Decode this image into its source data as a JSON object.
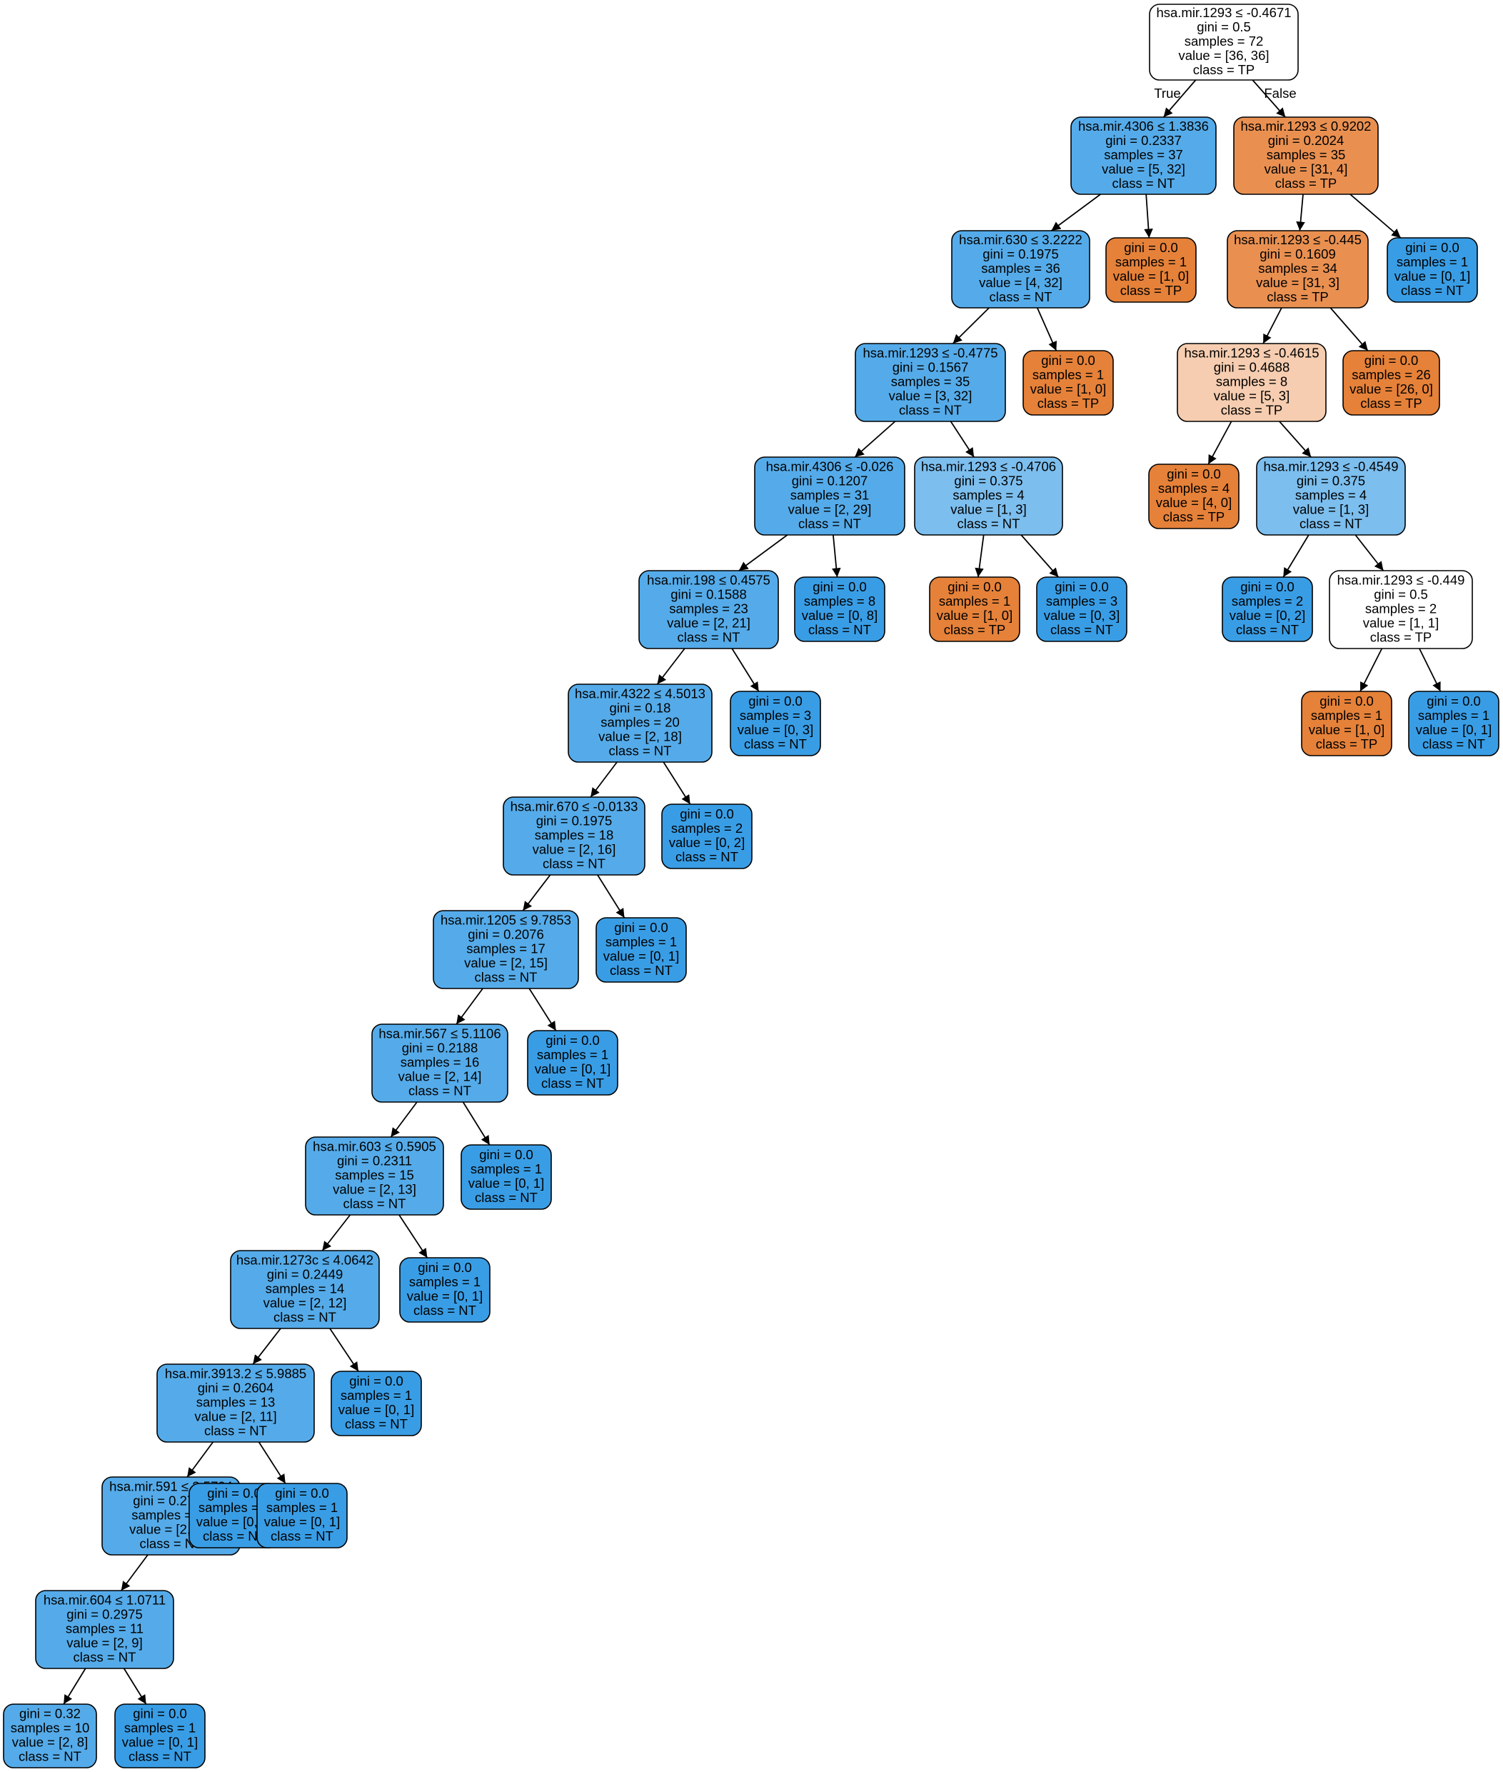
{
  "colors": {
    "white": "#ffffff",
    "orange": "#e58139",
    "orange_mid": "#e99051",
    "orange_light": "#f6cdb0",
    "blue": "#399de5",
    "blue_mid": "#55abe9",
    "blue_light": "#7cbeee"
  },
  "edge_labels": {
    "true": "True",
    "false": "False"
  },
  "nodes": [
    {
      "id": "n0",
      "lines": [
        "hsa.mir.1293 ≤ -0.4671",
        "gini = 0.5",
        "samples = 72",
        "value = [36, 36]",
        "class = TP"
      ],
      "color": "white"
    },
    {
      "id": "n1",
      "lines": [
        "hsa.mir.4306 ≤ 1.3836",
        "gini = 0.2337",
        "samples = 37",
        "value = [5, 32]",
        "class = NT"
      ],
      "color": "blue_mid"
    },
    {
      "id": "n2",
      "lines": [
        "hsa.mir.630 ≤ 3.2222",
        "gini = 0.1975",
        "samples = 36",
        "value = [4, 32]",
        "class = NT"
      ],
      "color": "blue_mid"
    },
    {
      "id": "n3",
      "lines": [
        "hsa.mir.1293 ≤ -0.4775",
        "gini = 0.1567",
        "samples = 35",
        "value = [3, 32]",
        "class = NT"
      ],
      "color": "blue_mid"
    },
    {
      "id": "n4",
      "lines": [
        "hsa.mir.4306 ≤ -0.026",
        "gini = 0.1207",
        "samples = 31",
        "value = [2, 29]",
        "class = NT"
      ],
      "color": "blue_mid"
    },
    {
      "id": "n5",
      "lines": [
        "hsa.mir.198 ≤ 0.4575",
        "gini = 0.1588",
        "samples = 23",
        "value = [2, 21]",
        "class = NT"
      ],
      "color": "blue_mid"
    },
    {
      "id": "n6",
      "lines": [
        "hsa.mir.4322 ≤ 4.5013",
        "gini = 0.18",
        "samples = 20",
        "value = [2, 18]",
        "class = NT"
      ],
      "color": "blue_mid"
    },
    {
      "id": "n7",
      "lines": [
        "hsa.mir.670 ≤ -0.0133",
        "gini = 0.1975",
        "samples = 18",
        "value = [2, 16]",
        "class = NT"
      ],
      "color": "blue_mid"
    },
    {
      "id": "n8",
      "lines": [
        "hsa.mir.1205 ≤ 9.7853",
        "gini = 0.2076",
        "samples = 17",
        "value = [2, 15]",
        "class = NT"
      ],
      "color": "blue_mid"
    },
    {
      "id": "n9",
      "lines": [
        "hsa.mir.567 ≤ 5.1106",
        "gini = 0.2188",
        "samples = 16",
        "value = [2, 14]",
        "class = NT"
      ],
      "color": "blue_mid"
    },
    {
      "id": "n10",
      "lines": [
        "hsa.mir.603 ≤ 0.5905",
        "gini = 0.2311",
        "samples = 15",
        "value = [2, 13]",
        "class = NT"
      ],
      "color": "blue_mid"
    },
    {
      "id": "n11",
      "lines": [
        "hsa.mir.1273c ≤ 4.0642",
        "gini = 0.2449",
        "samples = 14",
        "value = [2, 12]",
        "class = NT"
      ],
      "color": "blue_mid"
    },
    {
      "id": "n12",
      "lines": [
        "hsa.mir.3913.2 ≤ 5.9885",
        "gini = 0.2604",
        "samples = 13",
        "value = [2, 11]",
        "class = NT"
      ],
      "color": "blue_mid"
    },
    {
      "id": "n13",
      "lines": [
        "hsa.mir.591 ≤ 2.5704",
        "gini = 0.2778",
        "samples = 12",
        "value = [2, 10]",
        "class = NT"
      ],
      "color": "blue_mid"
    },
    {
      "id": "n14",
      "lines": [
        "hsa.mir.604 ≤ 1.0711",
        "gini = 0.2975",
        "samples = 11",
        "value = [2, 9]",
        "class = NT"
      ],
      "color": "blue_mid"
    },
    {
      "id": "n15",
      "lines": [
        "gini = 0.32",
        "samples = 10",
        "value = [2, 8]",
        "class = NT"
      ],
      "color": "blue_mid"
    },
    {
      "id": "n16",
      "lines": [
        "gini = 0.0",
        "samples = 1",
        "value = [0, 1]",
        "class = NT"
      ],
      "color": "blue"
    },
    {
      "id": "n17",
      "lines": [
        "gini = 0.0",
        "samples = 1",
        "value = [0, 1]",
        "class = NT"
      ],
      "color": "blue"
    },
    {
      "id": "n18",
      "lines": [
        "gini = 0.0",
        "samples = 1",
        "value = [0, 1]",
        "class = NT"
      ],
      "color": "blue"
    },
    {
      "id": "n19",
      "lines": [
        "gini = 0.0",
        "samples = 1",
        "value = [0, 1]",
        "class = NT"
      ],
      "color": "blue"
    },
    {
      "id": "n20",
      "lines": [
        "gini = 0.0",
        "samples = 1",
        "value = [0, 1]",
        "class = NT"
      ],
      "color": "blue"
    },
    {
      "id": "n21",
      "lines": [
        "gini = 0.0",
        "samples = 1",
        "value = [0, 1]",
        "class = NT"
      ],
      "color": "blue"
    },
    {
      "id": "n22",
      "lines": [
        "gini = 0.0",
        "samples = 1",
        "value = [0, 1]",
        "class = NT"
      ],
      "color": "blue"
    },
    {
      "id": "n23",
      "lines": [
        "gini = 0.0",
        "samples = 2",
        "value = [0, 2]",
        "class = NT"
      ],
      "color": "blue"
    },
    {
      "id": "n24",
      "lines": [
        "gini = 0.0",
        "samples = 3",
        "value = [0, 3]",
        "class = NT"
      ],
      "color": "blue"
    },
    {
      "id": "n25",
      "lines": [
        "gini = 0.0",
        "samples = 8",
        "value = [0, 8]",
        "class = NT"
      ],
      "color": "blue"
    },
    {
      "id": "n26",
      "lines": [
        "hsa.mir.1293 ≤ -0.4706",
        "gini = 0.375",
        "samples = 4",
        "value = [1, 3]",
        "class = NT"
      ],
      "color": "blue_light"
    },
    {
      "id": "n27",
      "lines": [
        "gini = 0.0",
        "samples = 1",
        "value = [1, 0]",
        "class = TP"
      ],
      "color": "orange"
    },
    {
      "id": "n28",
      "lines": [
        "gini = 0.0",
        "samples = 3",
        "value = [0, 3]",
        "class = NT"
      ],
      "color": "blue"
    },
    {
      "id": "n29",
      "lines": [
        "gini = 0.0",
        "samples = 1",
        "value = [1, 0]",
        "class = TP"
      ],
      "color": "orange"
    },
    {
      "id": "n30",
      "lines": [
        "gini = 0.0",
        "samples = 1",
        "value = [1, 0]",
        "class = TP"
      ],
      "color": "orange"
    },
    {
      "id": "n31",
      "lines": [
        "hsa.mir.1293 ≤ 0.9202",
        "gini = 0.2024",
        "samples = 35",
        "value = [31, 4]",
        "class = TP"
      ],
      "color": "orange_mid"
    },
    {
      "id": "n32",
      "lines": [
        "hsa.mir.1293 ≤ -0.445",
        "gini = 0.1609",
        "samples = 34",
        "value = [31, 3]",
        "class = TP"
      ],
      "color": "orange_mid"
    },
    {
      "id": "n33",
      "lines": [
        "gini = 0.0",
        "samples = 1",
        "value = [0, 1]",
        "class = NT"
      ],
      "color": "blue"
    },
    {
      "id": "n34",
      "lines": [
        "hsa.mir.1293 ≤ -0.4615",
        "gini = 0.4688",
        "samples = 8",
        "value = [5, 3]",
        "class = TP"
      ],
      "color": "orange_light"
    },
    {
      "id": "n35",
      "lines": [
        "gini = 0.0",
        "samples = 26",
        "value = [26, 0]",
        "class = TP"
      ],
      "color": "orange"
    },
    {
      "id": "n36",
      "lines": [
        "gini = 0.0",
        "samples = 4",
        "value = [4, 0]",
        "class = TP"
      ],
      "color": "orange"
    },
    {
      "id": "n37",
      "lines": [
        "hsa.mir.1293 ≤ -0.4549",
        "gini = 0.375",
        "samples = 4",
        "value = [1, 3]",
        "class = NT"
      ],
      "color": "blue_light"
    },
    {
      "id": "n38",
      "lines": [
        "gini = 0.0",
        "samples = 2",
        "value = [0, 2]",
        "class = NT"
      ],
      "color": "blue"
    },
    {
      "id": "n39",
      "lines": [
        "hsa.mir.1293 ≤ -0.449",
        "gini = 0.5",
        "samples = 2",
        "value = [1, 1]",
        "class = TP"
      ],
      "color": "white"
    },
    {
      "id": "n40",
      "lines": [
        "gini = 0.0",
        "samples = 1",
        "value = [1, 0]",
        "class = TP"
      ],
      "color": "orange"
    },
    {
      "id": "n41",
      "lines": [
        "gini = 0.0",
        "samples = 1",
        "value = [0, 1]",
        "class = NT"
      ],
      "color": "blue"
    }
  ],
  "edges": [
    [
      "n0",
      "n1"
    ],
    [
      "n0",
      "n31"
    ],
    [
      "n1",
      "n2"
    ],
    [
      "n1",
      "n30"
    ],
    [
      "n2",
      "n3"
    ],
    [
      "n2",
      "n29"
    ],
    [
      "n3",
      "n4"
    ],
    [
      "n3",
      "n26"
    ],
    [
      "n4",
      "n5"
    ],
    [
      "n4",
      "n25"
    ],
    [
      "n5",
      "n6"
    ],
    [
      "n5",
      "n24"
    ],
    [
      "n6",
      "n7"
    ],
    [
      "n6",
      "n23"
    ],
    [
      "n7",
      "n8"
    ],
    [
      "n7",
      "n22"
    ],
    [
      "n8",
      "n9"
    ],
    [
      "n8",
      "n21"
    ],
    [
      "n9",
      "n10"
    ],
    [
      "n9",
      "n20"
    ],
    [
      "n10",
      "n11"
    ],
    [
      "n10",
      "n19"
    ],
    [
      "n11",
      "n12"
    ],
    [
      "n11",
      "n18"
    ],
    [
      "n12",
      "n13"
    ],
    [
      "n12",
      "n17"
    ],
    [
      "n13",
      "n14"
    ],
    [
      "n13",
      "n16"
    ],
    [
      "n14",
      "n15"
    ],
    [
      "n14",
      "n16b"
    ],
    [
      "n26",
      "n27"
    ],
    [
      "n26",
      "n28"
    ],
    [
      "n31",
      "n32"
    ],
    [
      "n31",
      "n33"
    ],
    [
      "n32",
      "n34"
    ],
    [
      "n32",
      "n35"
    ],
    [
      "n34",
      "n36"
    ],
    [
      "n34",
      "n37"
    ],
    [
      "n37",
      "n38"
    ],
    [
      "n37",
      "n39"
    ],
    [
      "n39",
      "n40"
    ],
    [
      "n39",
      "n41"
    ]
  ]
}
